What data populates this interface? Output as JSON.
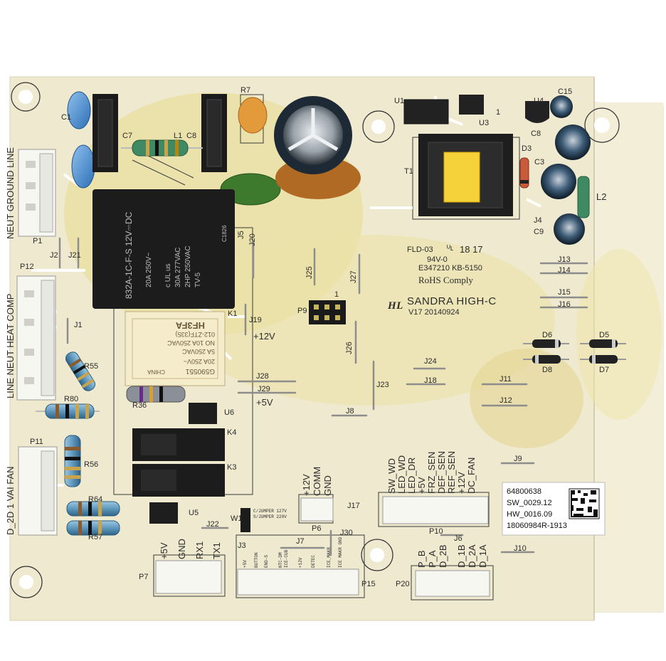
{
  "board": {
    "colors": {
      "pcb": "#efe9cf",
      "stain": "#e6dba3",
      "mask_edge": "#f4f0dc",
      "relay": "#1c1c1c",
      "silk": "#2b2b2b"
    },
    "connector_labels": {
      "p1": "NEUT GROUND LINE",
      "p12": "LINE NEUT HEAT COMP",
      "p11": "D_2D 1 VAI FAN",
      "p7_pins": [
        "+5V",
        "GND",
        "RX1",
        "TX1"
      ],
      "p6_pins": [
        "+12V",
        "COMM",
        "GND"
      ],
      "p10_pins": [
        "SW_WD",
        "LED_WD",
        "LED_DR",
        "+5V",
        "FRZ_SEN",
        "DEF_SEN",
        "REF_SEN",
        "+12V",
        "DC_FAN"
      ],
      "p20_pins": [
        "P_B",
        "P_A",
        "D_2B",
        "D_1B",
        "D_2A",
        "D_1A"
      ],
      "p15_pins": [
        "+5V",
        "BUTTON",
        "END-S",
        "NTC-DM",
        "ICE-CUB",
        "+12V",
        "DETEC",
        "ICE_MAKR",
        "ICE MAKR GND"
      ]
    },
    "refs": {
      "c1": "C1",
      "c7": "C7",
      "l1": "L1",
      "c8a": "C8",
      "r7": "R7",
      "u1": "U1",
      "u3": "U3",
      "u3_1": "1",
      "u4": "U4",
      "c15": "C15",
      "c8b": "C8",
      "d3": "D3",
      "t1": "T1",
      "c3": "C3",
      "l2": "L2",
      "j4": "J4",
      "c9": "C9",
      "p1": "P1",
      "j2": "J2",
      "j21": "J21",
      "j5": "J5",
      "j20": "J20",
      "p12": "P12",
      "j1": "J1",
      "k1": "K1",
      "j19": "J19",
      "plus12": "+12V",
      "j25": "J25",
      "j27": "J27",
      "p9": "P9",
      "p9_1": "1",
      "j13": "J13",
      "j14": "J14",
      "j15": "J15",
      "j16": "J16",
      "r55": "R55",
      "r80": "R80",
      "r36": "R36",
      "j26": "J26",
      "d6": "D6",
      "d8": "D8",
      "d5": "D5",
      "d7": "D7",
      "j28": "J28",
      "j29": "J29",
      "plus5": "+5V",
      "j24": "J24",
      "j18": "J18",
      "j23": "J23",
      "j11": "J11",
      "j12": "J12",
      "u6": "U6",
      "j8": "J8",
      "k4": "K4",
      "p11": "P11",
      "r56": "R56",
      "k3": "K3",
      "j9": "J9",
      "r64": "R64",
      "r57": "R57",
      "u5": "U5",
      "w1": "W1",
      "j22": "J22",
      "j17": "J17",
      "p6": "P6",
      "p10": "P10",
      "j6": "J6",
      "j30": "J30",
      "j3": "J3",
      "j7": "J7",
      "j10": "J10",
      "p7": "P7",
      "p15": "P15",
      "p20": "P20",
      "jumper1": "C/JUMPER 127V",
      "jumper2": "S/JUMPER 220V"
    },
    "marking": {
      "fld": "FLD-03",
      "ul": "ᵁʟ",
      "date": "18 17",
      "v0": "94V-0",
      "file": "E347210 KB-5150",
      "rohs": "RoHS Comply",
      "brand_logo": "HL",
      "brand": "SANDRA  HIGH-C",
      "ver": "V17  20140924"
    },
    "relay_main": {
      "part": "832A-1C-F-S 12V⎓DC",
      "r1": "20A 250V~",
      "r2": "30A 277VAC",
      "r3": "2HP 250VAC",
      "r4": "TV-5",
      "ul": "c UL us",
      "code": "C1826"
    },
    "relay_hf": {
      "part": "HF3FA",
      "sub": "012-ZTF(335)",
      "r1": "NO 10A 250VAC",
      "r2": "5A 250VAC",
      "r3": "20A 250V~",
      "origin": "CHINA",
      "code": "G590551"
    },
    "label": {
      "l1": "64800638",
      "l2": "SW_0029.12",
      "l3": "HW_0016.09",
      "l4": "18060984R-1913"
    }
  }
}
